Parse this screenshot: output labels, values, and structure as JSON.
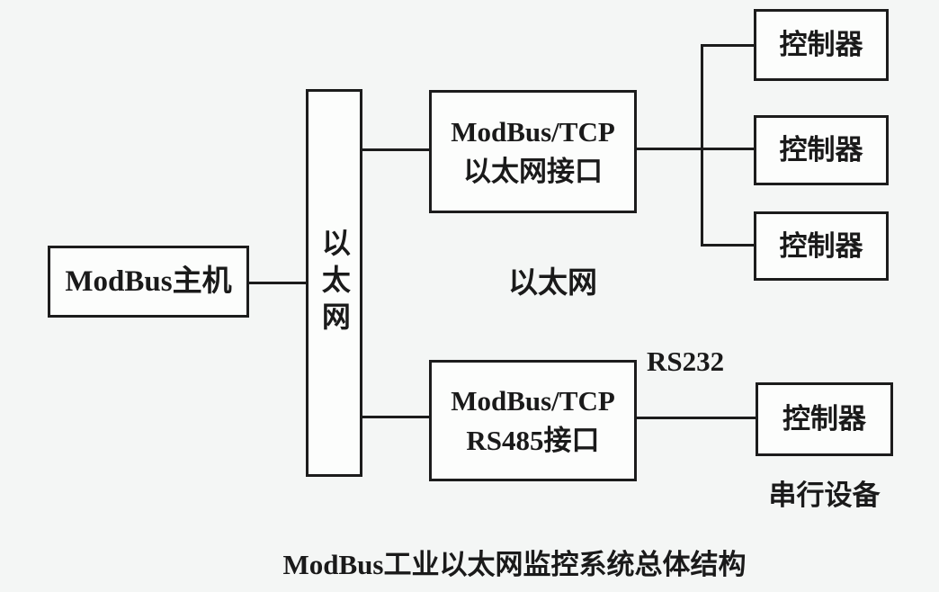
{
  "diagram": {
    "caption": "ModBus工业以太网监控系统总体结构",
    "nodes": {
      "host": {
        "label": "ModBus主机"
      },
      "ethernet_bus": {
        "label": "以太网"
      },
      "tcp_ethernet_interface": {
        "line1": "ModBus/TCP",
        "line2": "以太网接口"
      },
      "tcp_rs485_interface": {
        "line1": "ModBus/TCP",
        "line2": "RS485接口"
      },
      "controller_1": {
        "label": "控制器"
      },
      "controller_2": {
        "label": "控制器"
      },
      "controller_3": {
        "label": "控制器"
      },
      "controller_4": {
        "label": "控制器"
      }
    },
    "labels": {
      "ethernet_network": "以太网",
      "rs232": "RS232",
      "serial_device": "串行设备"
    },
    "colors": {
      "background": "#f4f6f5",
      "box_fill": "#fcfdfc",
      "line": "#1c1c1c",
      "text": "#1a1a1a"
    }
  }
}
